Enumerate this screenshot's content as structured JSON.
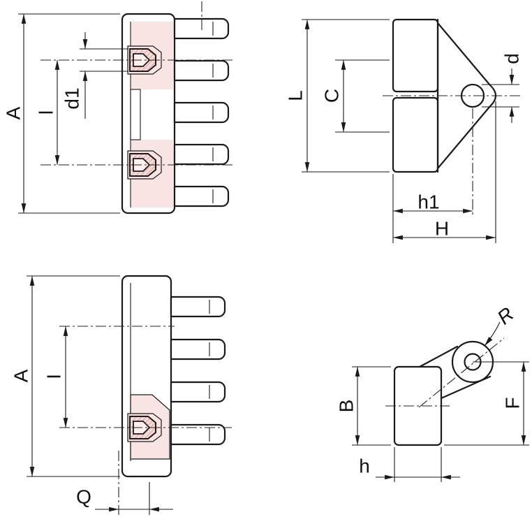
{
  "colors": {
    "line": "#1a1a1a",
    "highlight_fill": "#f8e4e2",
    "hatch_line": "#bc7e7a",
    "background": "#ffffff"
  },
  "views": {
    "top_side": {
      "dims": {
        "A": "A",
        "l": "l",
        "d1": "d1"
      }
    },
    "top_front": {
      "dims": {
        "L": "L",
        "C": "C",
        "d": "d",
        "h1": "h1",
        "H": "H"
      }
    },
    "bottom_side": {
      "dims": {
        "A": "A",
        "I": "I",
        "Q": "Q"
      }
    },
    "bottom_front": {
      "dims": {
        "B": "B",
        "F": "F",
        "h": "h",
        "R": "R"
      }
    }
  }
}
